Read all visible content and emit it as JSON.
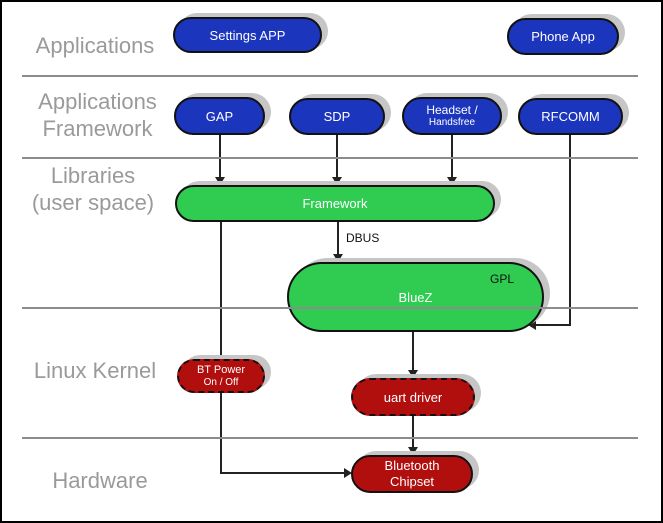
{
  "layers": {
    "applications": {
      "line1": "Applications"
    },
    "app_framework": {
      "line1": "Applications",
      "line2": "Framework"
    },
    "libraries": {
      "line1": "Libraries",
      "line2": "(user space)"
    },
    "kernel": {
      "line1": "Linux Kernel"
    },
    "hardware": {
      "line1": "Hardware"
    }
  },
  "nodes": {
    "settings_app": {
      "line1": "Settings APP"
    },
    "phone_app": {
      "line1": "Phone App"
    },
    "gap": {
      "line1": "GAP"
    },
    "sdp": {
      "line1": "SDP"
    },
    "headset": {
      "line1": "Headset /",
      "line2": "Handsfree"
    },
    "rfcomm": {
      "line1": "RFCOMM"
    },
    "framework": {
      "line1": "Framework"
    },
    "bluez": {
      "line1": "BlueZ",
      "badge": "GPL"
    },
    "bt_power": {
      "line1": "BT Power",
      "line2": "On / Off"
    },
    "uart_driver": {
      "line1": "uart driver"
    },
    "chipset": {
      "line1": "Bluetooth",
      "line2": "Chipset"
    }
  },
  "edges": {
    "dbus_label": "DBUS"
  },
  "colors": {
    "node_blue": "#1c35bd",
    "node_green": "#2fcc51",
    "node_red": "#b10e0e",
    "layer_label_gray": "#9a9a9a",
    "divider_gray": "#8c8c8c",
    "shadow_gray": "#c6c6c6",
    "line_black": "#222222"
  }
}
